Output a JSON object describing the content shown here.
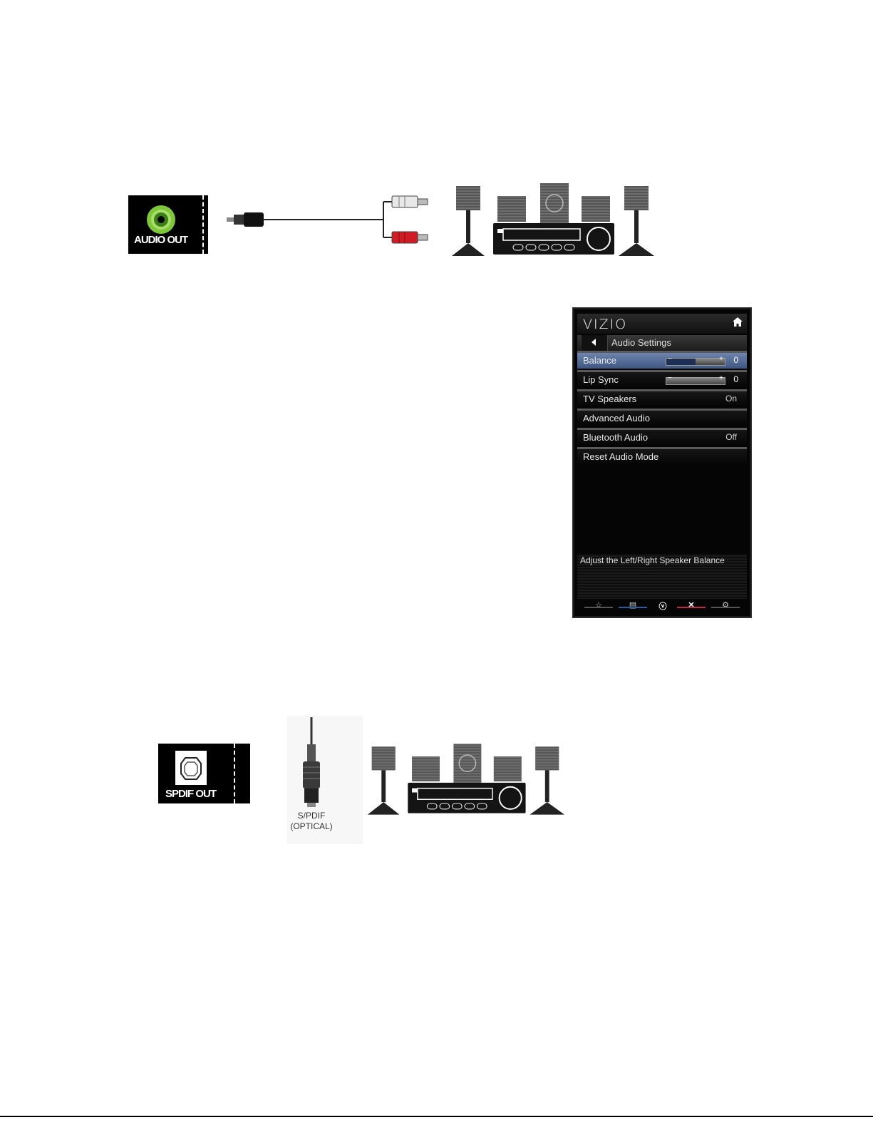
{
  "audio_out_port": {
    "label": "AUDIO OUT"
  },
  "menu": {
    "brand": "VIZIO",
    "header": "Audio Settings",
    "items": [
      {
        "label": "Balance",
        "value": "0",
        "level": 0.5,
        "selected": true
      },
      {
        "label": "Lip Sync",
        "value": "0",
        "level": 0.0
      },
      {
        "label": "TV Speakers",
        "value": "On"
      },
      {
        "label": "Advanced Audio",
        "value": ""
      },
      {
        "label": "Bluetooth Audio",
        "value": "Off"
      },
      {
        "label": "Reset Audio Mode",
        "value": ""
      }
    ],
    "help_text": "Adjust the Left/Right Speaker Balance",
    "bottom_icons": [
      "star-icon",
      "closed-caption-icon",
      "vizio-v-icon",
      "exit-icon",
      "settings-icon"
    ]
  },
  "spdif_port": {
    "label": "SPDIF OUT"
  },
  "optical_caption": {
    "line1": "S/PDIF",
    "line2": "(OPTICAL)"
  },
  "colors": {
    "audio_out_green": "#7ec63a",
    "menu_selected": "#5a72a0",
    "bar_blue": "#2a5ca0",
    "bar_red": "#c0284a"
  }
}
